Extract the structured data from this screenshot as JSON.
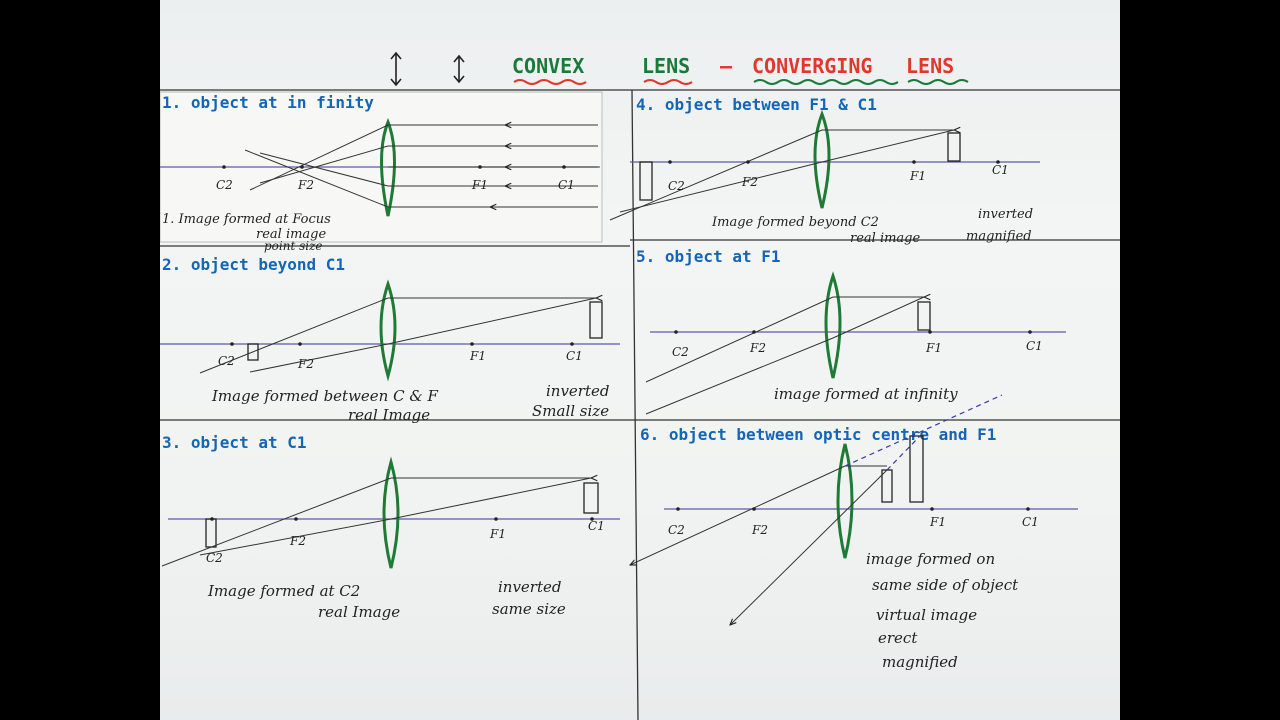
{
  "title": {
    "part1": "CONVEX",
    "part2": "LENS",
    "dash": "–",
    "part3": "CONVERGING",
    "part4": "LENS"
  },
  "colors": {
    "lens": "#1f7a35",
    "heading": "#1565b6",
    "title_green": "#1b7a3a",
    "title_red": "#e0392b",
    "axis": "#5b5aa8",
    "ink": "#222222"
  },
  "icons": [
    "double-arrow-icon",
    "double-arrow-icon"
  ],
  "panels": [
    {
      "heading": "1. object at in finity",
      "points": [
        "C2",
        "F2",
        "F1",
        "C1"
      ],
      "notes": [
        "1. Image formed at Focus",
        "real image",
        "point size"
      ]
    },
    {
      "heading": "2. object beyond C1",
      "points": [
        "C2",
        "F2",
        "F1",
        "C1"
      ],
      "notes": [
        "Image formed between C & F",
        "real Image",
        "inverted",
        "Small size"
      ]
    },
    {
      "heading": "3. object at C1",
      "points": [
        "C2",
        "F2",
        "F1",
        "C1"
      ],
      "notes": [
        "Image formed at C2",
        "real Image",
        "inverted",
        "same size"
      ]
    },
    {
      "heading": "4. object between F1 & C1",
      "points": [
        "C2",
        "F2",
        "F1",
        "C1"
      ],
      "notes": [
        "Image formed beyond C2",
        "real image",
        "inverted",
        "magnified"
      ]
    },
    {
      "heading": "5. object at F1",
      "points": [
        "C2",
        "F2",
        "F1",
        "C1"
      ],
      "notes": [
        "image formed at infinity"
      ]
    },
    {
      "heading": "6. object between optic centre and F1",
      "points": [
        "C2",
        "F2",
        "F1",
        "C1"
      ],
      "notes": [
        "image formed on",
        "same side of object",
        "virtual image",
        "erect",
        "magnified"
      ]
    }
  ]
}
